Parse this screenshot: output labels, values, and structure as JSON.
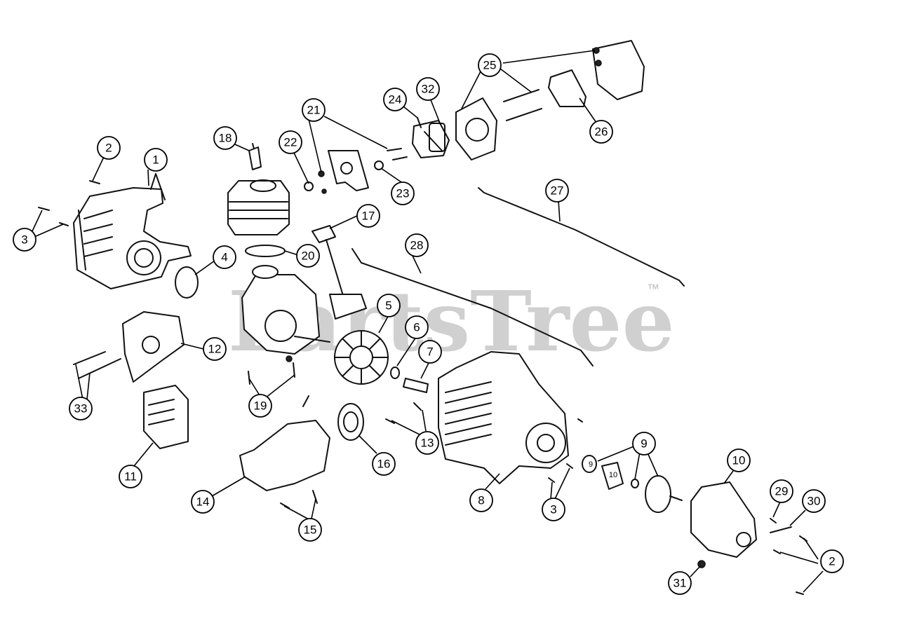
{
  "watermark": {
    "brand": "PartsTree",
    "trademark": "™"
  },
  "callouts": [
    {
      "id": "c1",
      "label": "1"
    },
    {
      "id": "c2a",
      "label": "2"
    },
    {
      "id": "c2b",
      "label": "2"
    },
    {
      "id": "c3a",
      "label": "3"
    },
    {
      "id": "c3b",
      "label": "3"
    },
    {
      "id": "c4",
      "label": "4"
    },
    {
      "id": "c5",
      "label": "5"
    },
    {
      "id": "c6",
      "label": "6"
    },
    {
      "id": "c7",
      "label": "7"
    },
    {
      "id": "c8",
      "label": "8"
    },
    {
      "id": "c9",
      "label": "9"
    },
    {
      "id": "c10",
      "label": "10"
    },
    {
      "id": "c11",
      "label": "11"
    },
    {
      "id": "c12",
      "label": "12"
    },
    {
      "id": "c13",
      "label": "13"
    },
    {
      "id": "c14",
      "label": "14"
    },
    {
      "id": "c15",
      "label": "15"
    },
    {
      "id": "c16",
      "label": "16"
    },
    {
      "id": "c17",
      "label": "17"
    },
    {
      "id": "c18",
      "label": "18"
    },
    {
      "id": "c19",
      "label": "19"
    },
    {
      "id": "c20",
      "label": "20"
    },
    {
      "id": "c21",
      "label": "21"
    },
    {
      "id": "c22",
      "label": "22"
    },
    {
      "id": "c23",
      "label": "23"
    },
    {
      "id": "c24",
      "label": "24"
    },
    {
      "id": "c25",
      "label": "25"
    },
    {
      "id": "c26",
      "label": "26"
    },
    {
      "id": "c27",
      "label": "27"
    },
    {
      "id": "c28",
      "label": "28"
    },
    {
      "id": "c29",
      "label": "29"
    },
    {
      "id": "c30",
      "label": "30"
    },
    {
      "id": "c31",
      "label": "31"
    },
    {
      "id": "c32",
      "label": "32"
    },
    {
      "id": "c33",
      "label": "33"
    }
  ],
  "inline_labels": [
    {
      "id": "i9",
      "label": "9"
    },
    {
      "id": "i10",
      "label": "10"
    }
  ]
}
